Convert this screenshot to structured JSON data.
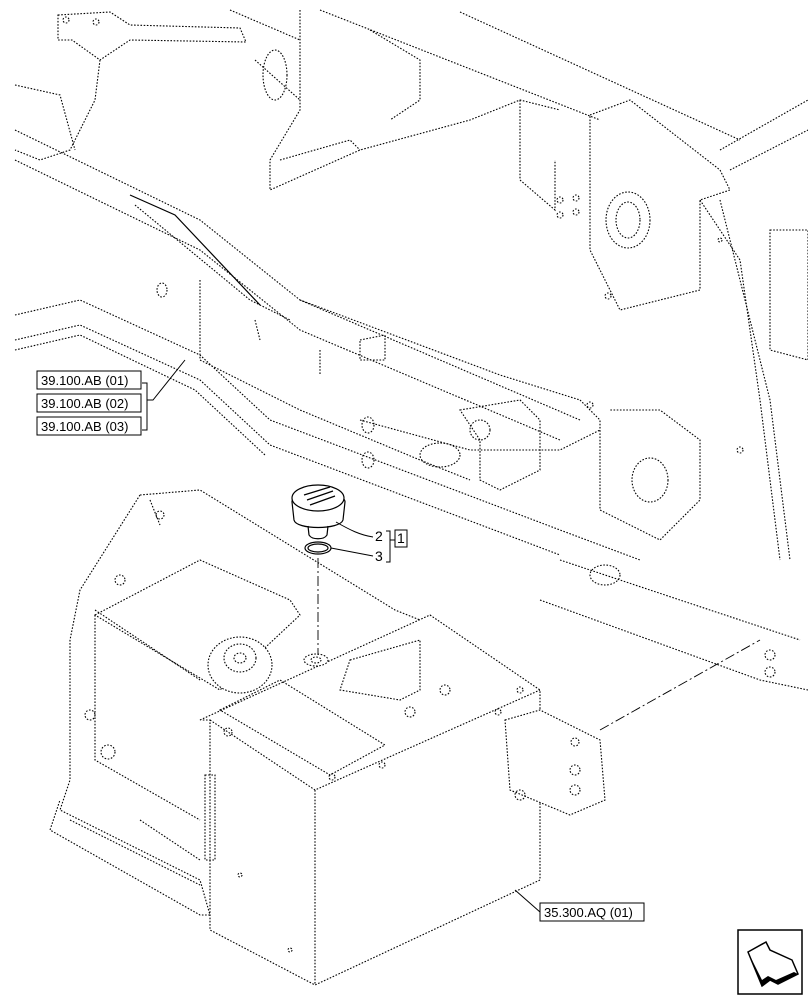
{
  "references": {
    "frame_1": "39.100.AB (01)",
    "frame_2": "39.100.AB (02)",
    "frame_3": "39.100.AB (03)",
    "tank": "35.300.AQ (01)"
  },
  "callouts": {
    "item_2": "2",
    "item_3": "3",
    "kit": "1"
  },
  "icons": {
    "navigation": "next-page-arrow-icon"
  }
}
